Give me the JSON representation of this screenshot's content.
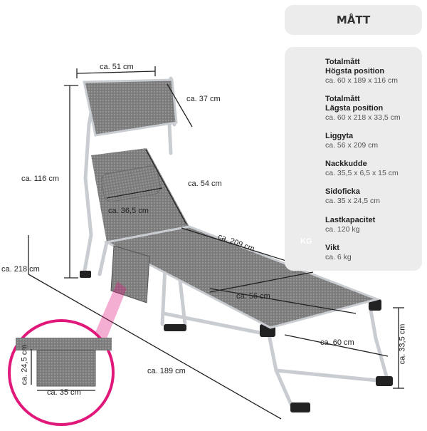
{
  "title": "MÅTT",
  "specs": [
    {
      "name": "Totalmått\nHögsta position",
      "value": "ca. 60 x 189 x 116 cm"
    },
    {
      "name": "Totalmått\nLägsta position",
      "value": "ca. 60 x 218 x 33,5 cm"
    },
    {
      "name": "Liggyta",
      "value": "ca. 56 x 209 cm"
    },
    {
      "name": "Nackkudde",
      "value": "ca. 35,5 x 6,5 x 15 cm"
    },
    {
      "name": "Sidoficka",
      "value": "ca. 35 x 24,5 cm"
    },
    {
      "name": "Lastkapacitet",
      "value": "ca. 120 kg"
    },
    {
      "name": "Vikt",
      "value": "ca. 6 kg"
    }
  ],
  "icons": {
    "dimensions": "diagonal-arrow-icon",
    "weight": "kg-weight-icon",
    "weight_text": "KG"
  },
  "dimensions": {
    "shade_width": "ca. 51 cm",
    "shade_depth": "ca. 37 cm",
    "height_max": "ca. 116 cm",
    "backrest": "ca. 54 cm",
    "pillow": "ca. 36,5 cm",
    "length_flat": "ca. 218 cm",
    "lying_length": "ca. 209 cm",
    "lying_width": "ca. 56 cm",
    "total_width": "ca. 60 cm",
    "height_min": "ca. 33,5 cm",
    "length_upright": "ca. 189 cm",
    "pocket_height": "ca. 24,5 cm",
    "pocket_width": "ca. 35 cm"
  },
  "colors": {
    "accent": "#e0187a",
    "panel": "#ececec",
    "fabric": "#7c7c7c",
    "frame": "#cfd3d6"
  }
}
